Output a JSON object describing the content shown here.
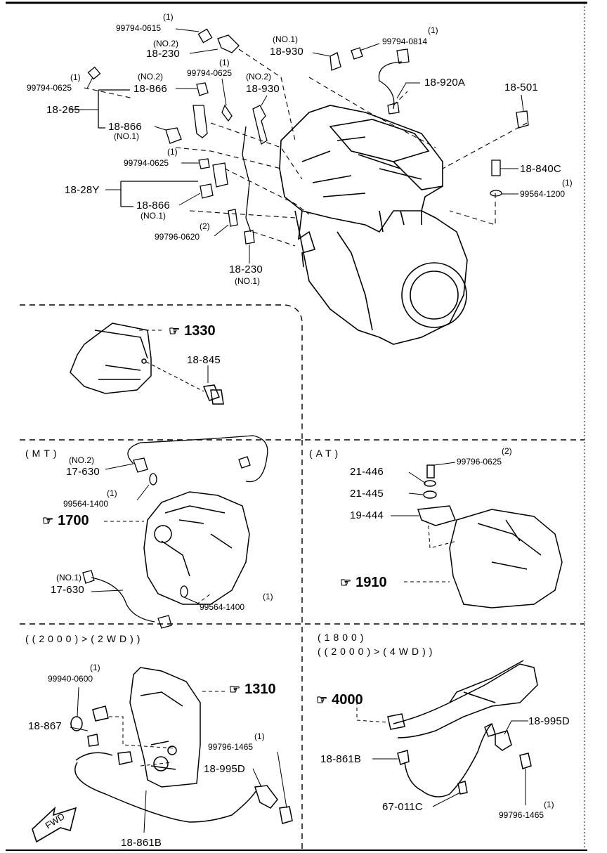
{
  "section_top": {
    "labels": {
      "p1_qty": "(1)",
      "p1": "99794-0615",
      "p2_no": "(NO.2)",
      "p2": "18-230",
      "p3_qty": "(1)",
      "p3": "99794-0625",
      "p4_no": "(NO.2)",
      "p4": "18-866",
      "p5": "18-265",
      "p6": "18-866",
      "p6_no": "(NO.1)",
      "p7_qty": "(1)",
      "p7": "99794-0625",
      "p8_no": "(NO.2)",
      "p8": "18-930",
      "p9_no": "(NO.1)",
      "p9": "18-930",
      "p10_qty": "(1)",
      "p10": "99794-0814",
      "p11": "18-920A",
      "p12": "18-501",
      "p13_qty": "(1)",
      "p13": "99794-0625",
      "p14": "18-28Y",
      "p15": "18-866",
      "p15_no": "(NO.1)",
      "p16": "18-840C",
      "p17_qty": "(1)",
      "p17": "99564-1200",
      "p18_qty": "(2)",
      "p18": "99796-0620",
      "p19": "18-230",
      "p19_no": "(NO.1)"
    }
  },
  "section_1330": {
    "ref": "1330",
    "part": "18-845",
    "hand_icon": "pointing-hand-icon"
  },
  "section_mt": {
    "heading": "(MT)",
    "labels": {
      "a_no": "(NO.2)",
      "a": "17-630",
      "b_qty": "(1)",
      "b": "99564-1400",
      "ref": "1700",
      "c_no": "(NO.1)",
      "c": "17-630",
      "d_qty": "(1)",
      "d": "99564-1400"
    }
  },
  "section_at": {
    "heading": "(AT)",
    "labels": {
      "a_qty": "(2)",
      "a": "99796-0625",
      "b": "21-446",
      "c": "21-445",
      "d": "19-444",
      "ref": "1910"
    }
  },
  "section_2wd": {
    "heading": "((2000)>(2WD))",
    "labels": {
      "a_qty": "(1)",
      "a": "99940-0600",
      "b": "18-867",
      "ref": "1310",
      "c_qty": "(1)",
      "c": "99796-1465",
      "d": "18-995D",
      "e": "18-861B"
    },
    "fwd": "FWD"
  },
  "section_4wd": {
    "heading1": "(1800)",
    "heading2": "((2000)>(4WD))",
    "labels": {
      "ref": "4000",
      "a": "18-995D",
      "b": "18-861B",
      "c_qty": "(1)",
      "c": "99796-1465",
      "d": "67-011C"
    }
  }
}
